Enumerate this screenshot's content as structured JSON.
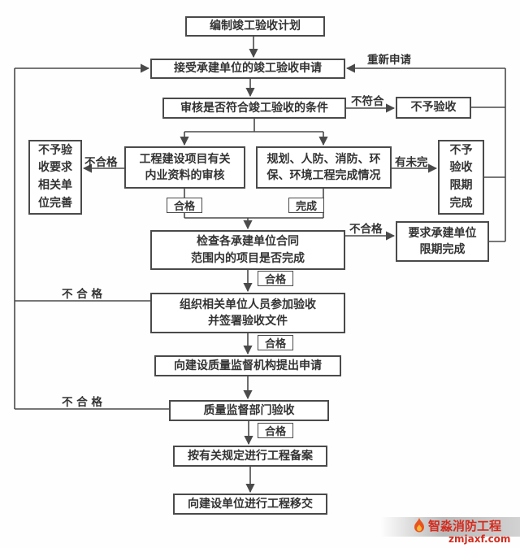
{
  "nodes": {
    "plan": "编制竣工验收计划",
    "accept": "接受承建单位的竣工验收申请",
    "review": "审核是否符合竣工验收的条件",
    "no_accept": "不予验收",
    "doc_review": "工程建设项目有关\n内业资料的审核",
    "completion_status": "规划、人防、消防、环\n保、环境工程完成情况",
    "improve": "不予验\n收要求\n相关单\n位完善",
    "deadline": "不予\n验收\n限期\n完成",
    "check_contract": "检查各承建单位合同\n范围内的项目是否完成",
    "require_deadline": "要求承建单位\n限期完成",
    "organize": "组织相关单位人员参加验收\n并签署验收文件",
    "apply_supervision": "向建设质量监督机构提出申请",
    "supervision_accept": "质量监督部门验收",
    "filing": "按有关规定进行工程备案",
    "handover": "向建设单位进行工程移交"
  },
  "labels": {
    "reapply": "重新申请",
    "not_conform": "不符合",
    "unqualified_left": "不合格",
    "incomplete": "有未完",
    "unqualified_right": "不合格",
    "qualified_1": "合格",
    "done": "完成",
    "qualified_2": "合格",
    "qualified_3": "合格",
    "qualified_4": "合格",
    "loop_unqualified_1": "不 合 格",
    "loop_unqualified_2": "不 合 格"
  },
  "watermark": {
    "brand": "智淼消防工程",
    "site": "zmjaxf.com",
    "brand_color": "#d42b1e",
    "flame_color": "#e8531e"
  },
  "colors": {
    "line": "#4a4a4a",
    "box_border": "#4a4a4a",
    "text": "#333333",
    "background": "#fefefe"
  }
}
